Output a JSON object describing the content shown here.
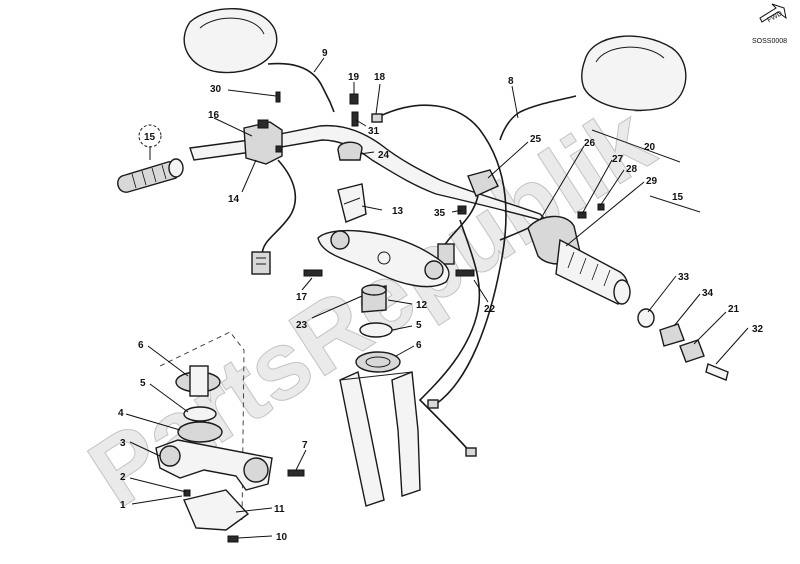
{
  "diagram": {
    "code": "SOSS0008",
    "fwd_label": "FWD",
    "watermark": "PartsRepublik",
    "callouts": [
      {
        "id": "c1",
        "text": "1"
      },
      {
        "id": "c2",
        "text": "2"
      },
      {
        "id": "c3",
        "text": "3"
      },
      {
        "id": "c4",
        "text": "4"
      },
      {
        "id": "c5a",
        "text": "5"
      },
      {
        "id": "c5b",
        "text": "5"
      },
      {
        "id": "c6a",
        "text": "6"
      },
      {
        "id": "c6b",
        "text": "6"
      },
      {
        "id": "c7",
        "text": "7"
      },
      {
        "id": "c8",
        "text": "8"
      },
      {
        "id": "c9",
        "text": "9"
      },
      {
        "id": "c10",
        "text": "10"
      },
      {
        "id": "c11",
        "text": "11"
      },
      {
        "id": "c12",
        "text": "12"
      },
      {
        "id": "c13",
        "text": "13"
      },
      {
        "id": "c14",
        "text": "14"
      },
      {
        "id": "c15a",
        "text": "15"
      },
      {
        "id": "c15b",
        "text": "15"
      },
      {
        "id": "c16",
        "text": "16"
      },
      {
        "id": "c17",
        "text": "17"
      },
      {
        "id": "c18",
        "text": "18"
      },
      {
        "id": "c19",
        "text": "19"
      },
      {
        "id": "c20",
        "text": "20"
      },
      {
        "id": "c21",
        "text": "21"
      },
      {
        "id": "c22",
        "text": "22"
      },
      {
        "id": "c23",
        "text": "23"
      },
      {
        "id": "c24",
        "text": "24"
      },
      {
        "id": "c25",
        "text": "25"
      },
      {
        "id": "c26",
        "text": "26"
      },
      {
        "id": "c27",
        "text": "27"
      },
      {
        "id": "c28",
        "text": "28"
      },
      {
        "id": "c29",
        "text": "29"
      },
      {
        "id": "c30",
        "text": "30"
      },
      {
        "id": "c31",
        "text": "31"
      },
      {
        "id": "c32",
        "text": "32"
      },
      {
        "id": "c33",
        "text": "33"
      },
      {
        "id": "c34",
        "text": "34"
      },
      {
        "id": "c35",
        "text": "35"
      }
    ]
  }
}
